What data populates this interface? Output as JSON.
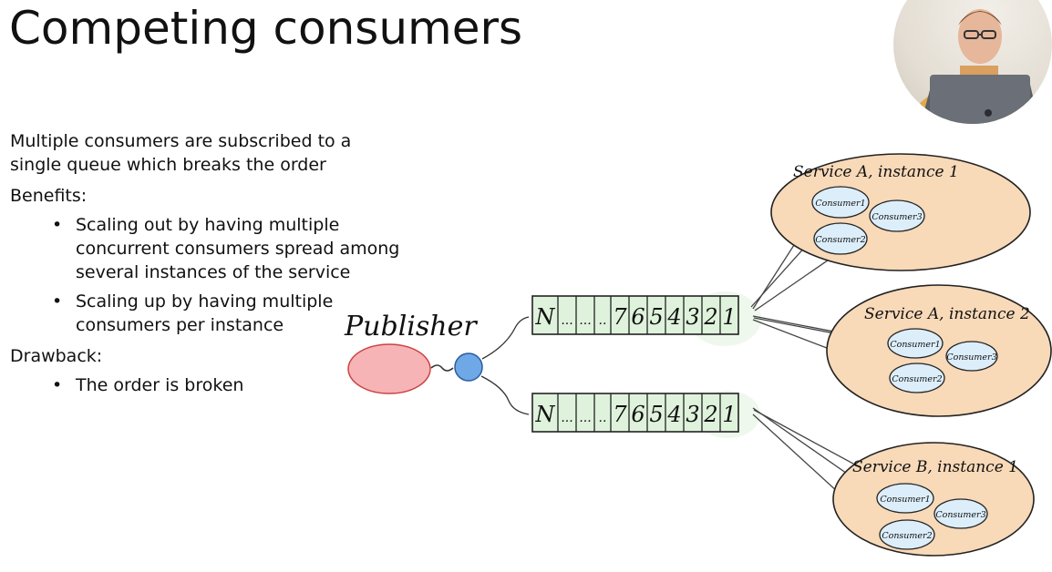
{
  "title": "Competing consumers",
  "description": {
    "line1": "Multiple consumers are subscribed to a",
    "line2": "single queue which breaks the order"
  },
  "benefits": {
    "heading": "Benefits:",
    "items": [
      "Scaling out by having multiple concurrent consumers spread among several instances of the service",
      "Scaling up by having multiple consumers per instance"
    ]
  },
  "drawback": {
    "heading": "Drawback:",
    "items": [
      "The order is broken"
    ]
  },
  "diagram": {
    "publisher_label": "Publisher",
    "queue_cells": [
      "N",
      "...",
      "...",
      "..",
      "7",
      "6",
      "5",
      "4",
      "3",
      "2",
      "1"
    ],
    "services": [
      {
        "label": "Service A, instance 1",
        "consumers": [
          "Consumer1",
          "Consumer3",
          "Consumer2"
        ]
      },
      {
        "label": "Service A, instance 2",
        "consumers": [
          "Consumer1",
          "Consumer3",
          "Consumer2"
        ]
      },
      {
        "label": "Service B, instance 1",
        "consumers": [
          "Consumer1",
          "Consumer3",
          "Consumer2"
        ]
      }
    ]
  },
  "colors": {
    "publisher_fill": "#f7b4b6",
    "exchange_fill": "#6fa8e6",
    "queue_fill": "#dff3dc",
    "service_fill": "#f8d9b8",
    "consumer_fill": "#dceefa"
  }
}
